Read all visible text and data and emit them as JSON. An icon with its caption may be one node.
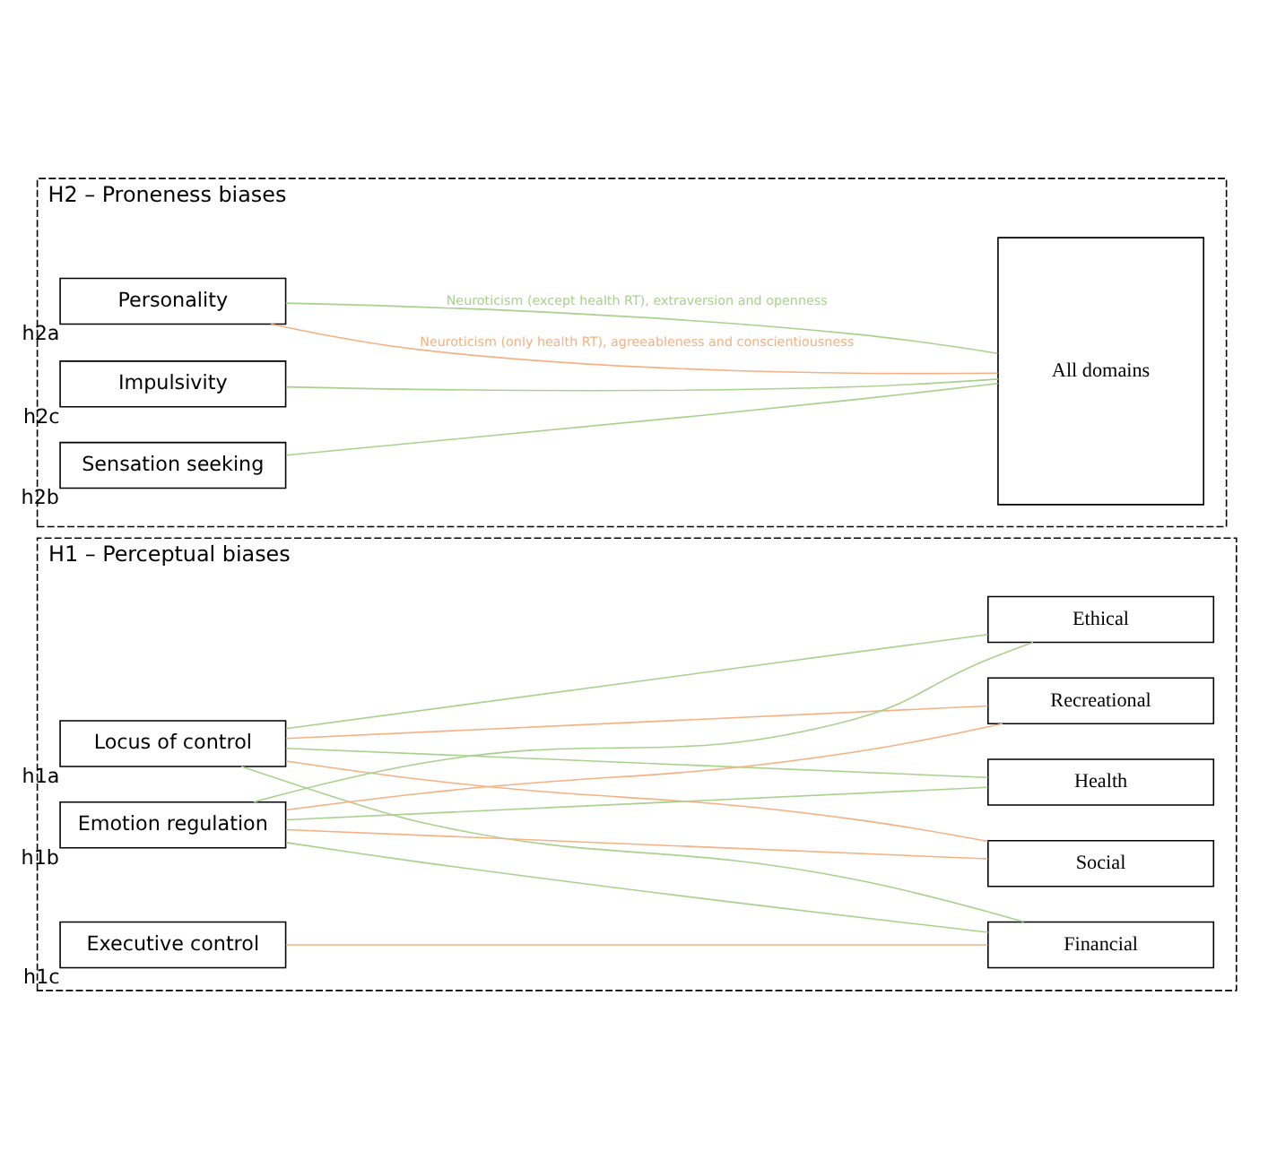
{
  "diagram": {
    "nodes": [
      {
        "text": [
          "H1 – Perceptual biases"
        ]
      },
      {
        "text": [
          "Locus of control"
        ],
        "in": 0,
        "beside": [
          "h1a"
        ]
      },
      {
        "text": [
          "Emotion regulation"
        ],
        "in": 0,
        "beside": [
          "h1b"
        ]
      },
      {
        "text": [
          "Executive control"
        ],
        "in": 0,
        "beside": [
          "h1c"
        ]
      },
      {
        "text": [
          "Ethical"
        ],
        "in": 0
      },
      {
        "text": [
          "Financial"
        ],
        "in": 0
      },
      {
        "text": [
          "Health"
        ],
        "in": 0
      },
      {
        "text": [
          "Recreational"
        ],
        "in": 0
      },
      {
        "text": [
          "Social"
        ],
        "in": 0
      },
      {
        "text": [
          "H2 – Proneness biases"
        ]
      },
      {
        "text": [
          "Personality"
        ],
        "in": 9,
        "beside": [
          "h2a"
        ]
      },
      {
        "text": [
          "Sensation seeking"
        ],
        "in": 9,
        "beside": [
          "h2b"
        ]
      },
      {
        "text": [
          "Impulsivity"
        ],
        "in": 9,
        "beside": [
          "h2c"
        ]
      },
      {
        "text": [
          "All domains"
        ],
        "in": 9
      }
    ],
    "edges": [
      {
        "from": 1,
        "to": 4,
        "arrow": "none"
      },
      {
        "from": 1,
        "to": 5,
        "arrow": "none"
      },
      {
        "from": 1,
        "to": 6,
        "arrow": "none"
      },
      {
        "from": 1,
        "to": 7,
        "arrow": "none",
        "color": "#f4b183"
      },
      {
        "from": 1,
        "to": 8,
        "arrow": "none",
        "color": "#f4b183"
      },
      {
        "from": 2,
        "to": 4,
        "arrow": "none"
      },
      {
        "from": 2,
        "to": 5,
        "arrow": "none"
      },
      {
        "from": 2,
        "to": 6,
        "arrow": "none"
      },
      {
        "from": 2,
        "to": 7,
        "arrow": "none",
        "color": "#f4b183"
      },
      {
        "from": 2,
        "to": 8,
        "arrow": "none",
        "color": "#f4b183"
      },
      {
        "from": 3,
        "to": 5,
        "arrow": "none",
        "color": "#f4b183"
      },
      {
        "from": 10,
        "to": 13,
        "arrow": "none",
        "label": "Neuroticism (except health RT), extraversion and openness"
      },
      {
        "from": 10,
        "to": 13,
        "arrow": "none",
        "label": "Neuroticism (only health RT), agreeableness and conscientiousness",
        "color": "#f4b183"
      },
      {
        "from": 11,
        "to": 13,
        "arrow": "none"
      },
      {
        "from": 12,
        "to": 13,
        "arrow": "none"
      }
    ]
  }
}
